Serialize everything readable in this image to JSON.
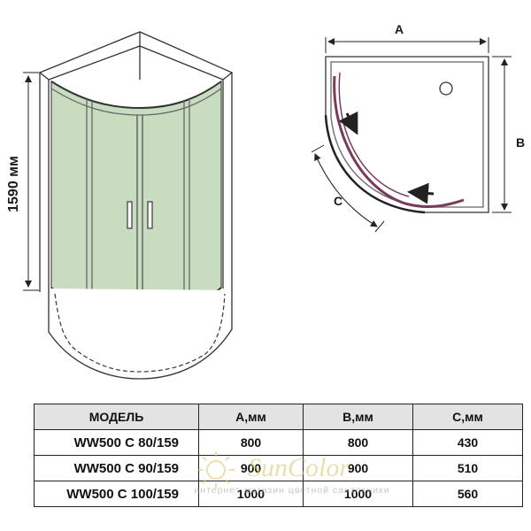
{
  "diagram": {
    "height_label": "1590 мм",
    "dim_a": "A",
    "dim_b": "B",
    "dim_c": "C"
  },
  "colors": {
    "glass": "#c8dcc0",
    "line": "#333333",
    "door_track": "#7a3b5a",
    "header": "#e3e3e3"
  },
  "table": {
    "headers": [
      "МОДЕЛЬ",
      "A,мм",
      "B,мм",
      "C,мм"
    ],
    "rows": [
      [
        "WW500 C 80/159",
        "800",
        "800",
        "430"
      ],
      [
        "WW500 C 90/159",
        "900",
        "900",
        "510"
      ],
      [
        "WW500 C 100/159",
        "1000",
        "1000",
        "560"
      ]
    ]
  },
  "watermark": {
    "logo": "SunColor",
    "tagline": "интернет-магазин цветной сантехники"
  }
}
